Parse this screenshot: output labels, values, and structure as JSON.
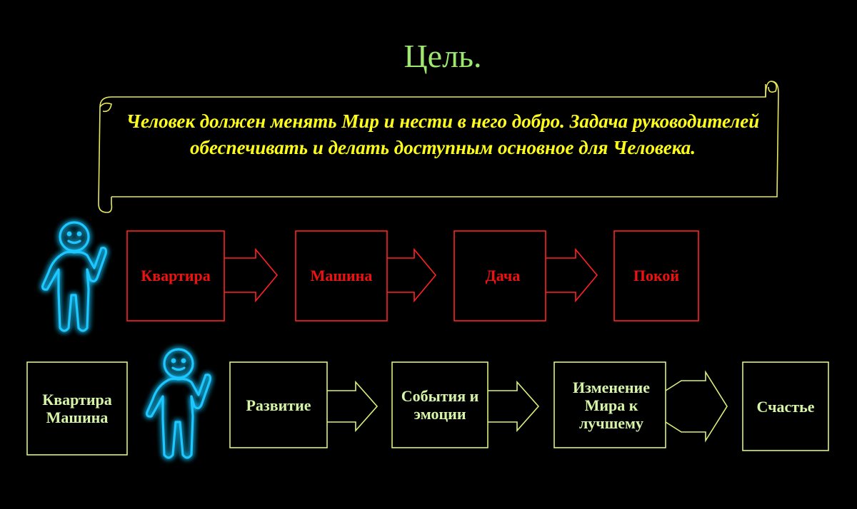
{
  "title": "Цель.",
  "scroll_text": "Человек должен менять Мир и нести в него добро. Задача руководителей обеспечивать и делать доступным основное для Человека.",
  "row1": {
    "color": "#ee1111",
    "steps": [
      "Квартира",
      "Машина",
      "Дача",
      "Покой"
    ]
  },
  "row2": {
    "color": "#d9f27a",
    "left_box": "Квартира Машина",
    "steps": [
      "Развитие",
      "События и эмоции",
      "Изменение Мира к лучшему",
      "Счастье"
    ]
  },
  "colors": {
    "title": "#9fe870",
    "scroll": "#ffff1a",
    "figure": "#1ec8ff",
    "background": "#000000"
  },
  "icons": [
    "person-icon",
    "person-icon"
  ]
}
